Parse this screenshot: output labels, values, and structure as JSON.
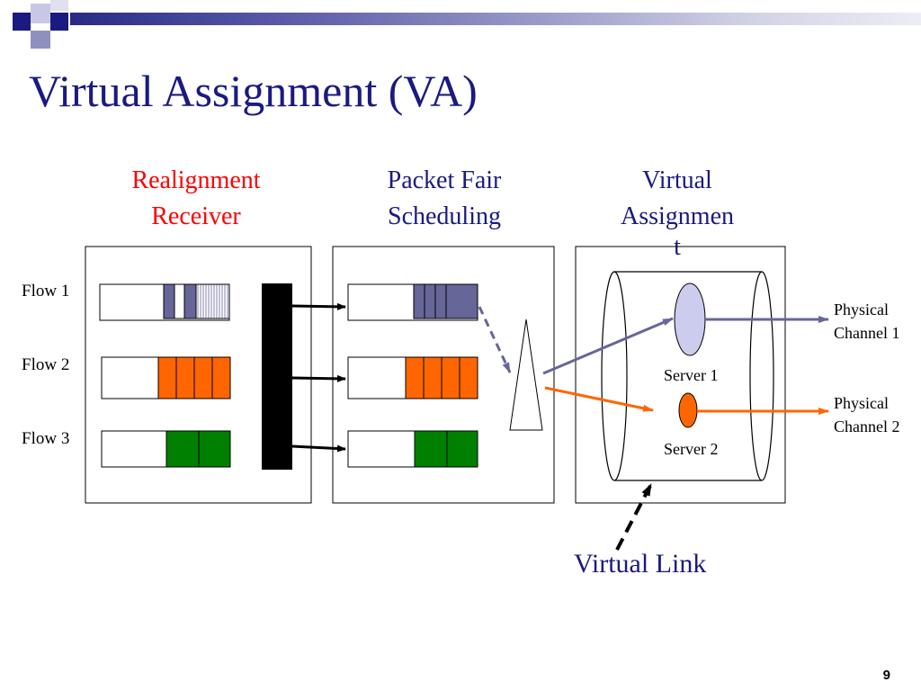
{
  "slide": {
    "title": "Virtual Assignment (VA)",
    "page_number": "9"
  },
  "sections": [
    {
      "lines": [
        "Realignment",
        "Receiver"
      ],
      "color": "#ff0000"
    },
    {
      "lines": [
        "Packet Fair",
        "Scheduling"
      ],
      "color": "#1a1a80"
    },
    {
      "lines": [
        "Virtual",
        "Assignmen",
        "t"
      ],
      "color": "#1a1a80"
    }
  ],
  "flows": [
    "Flow 1",
    "Flow 2",
    "Flow 3"
  ],
  "servers": [
    "Server 1",
    "Server 2"
  ],
  "channels": [
    {
      "lines": [
        "Physical",
        "Channel 1"
      ]
    },
    {
      "lines": [
        "Physical",
        "Channel 2"
      ]
    }
  ],
  "virtual_link_label": "Virtual Link",
  "colors": {
    "title": "#1a1a80",
    "flow1": "#666699",
    "flow2": "#ff6600",
    "flow3": "#008000",
    "arrow_blue": "#666699",
    "arrow_orange": "#ff6600",
    "server1_fill": "#ccccee"
  }
}
